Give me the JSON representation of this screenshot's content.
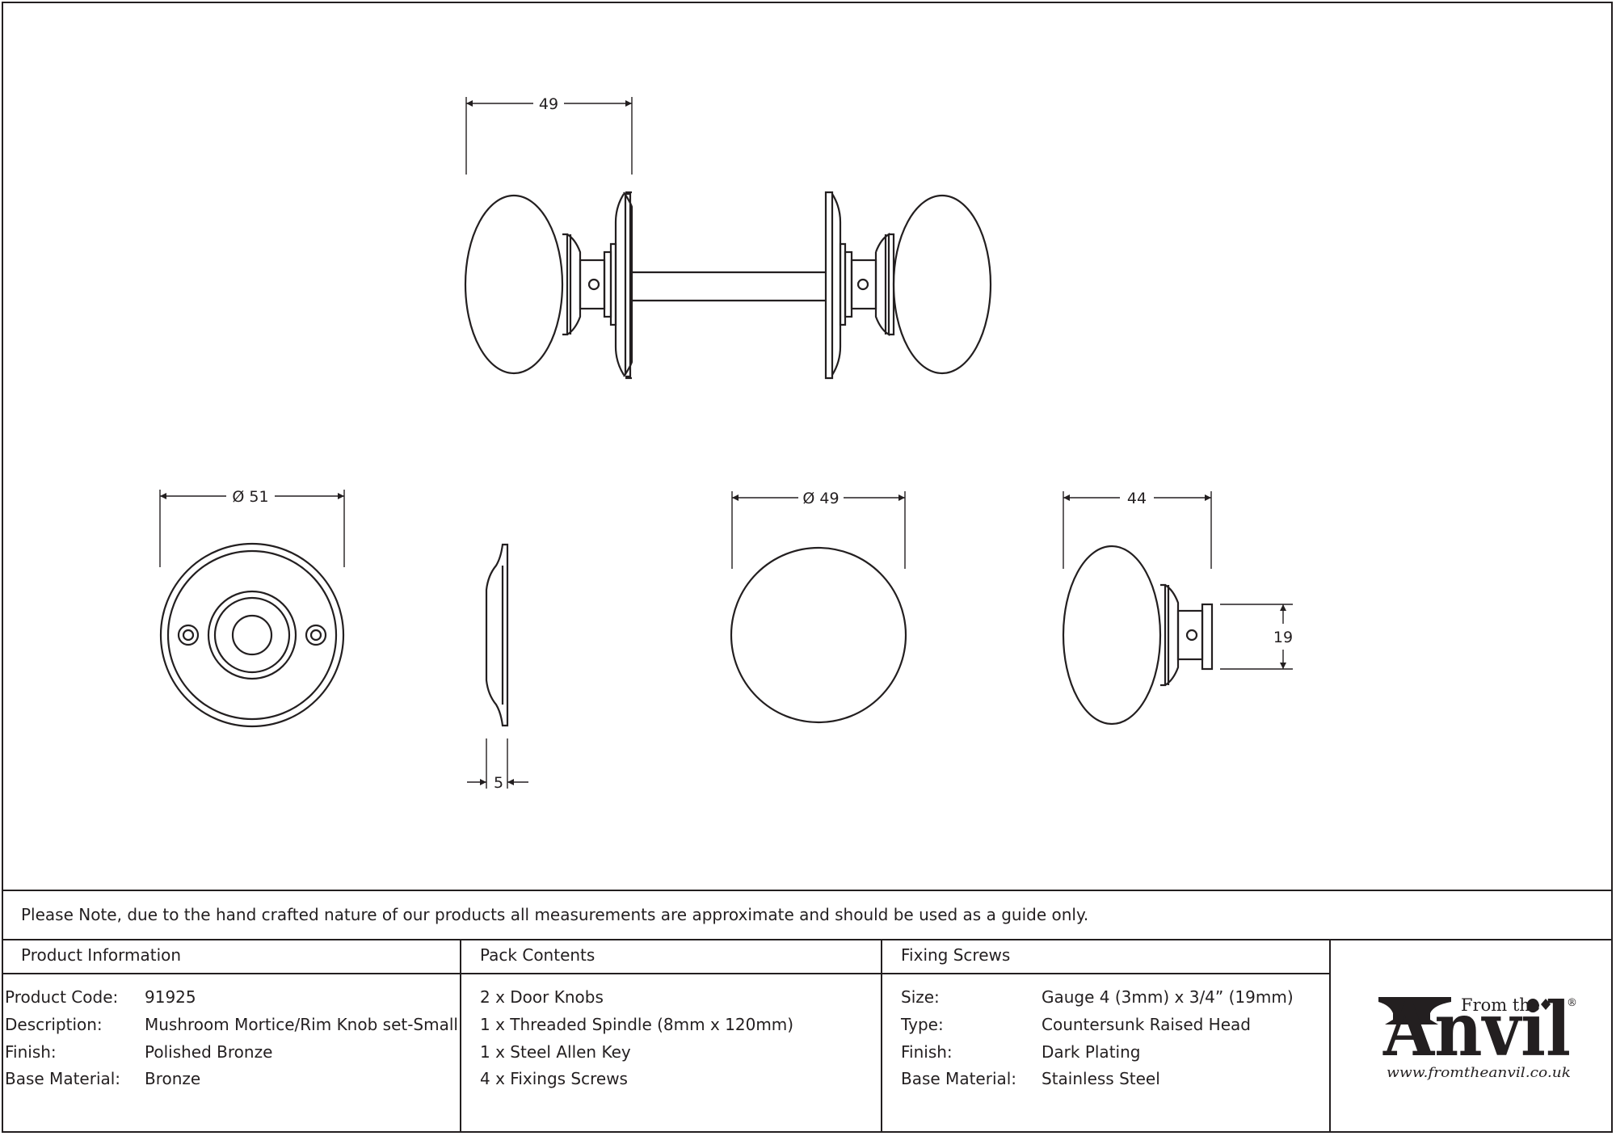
{
  "dimensions": {
    "assembly_width": "49",
    "rose_diameter": "Ø 51",
    "rose_depth": "5",
    "knob_diameter": "Ø 49",
    "knob_projection": "44",
    "neck_height": "19"
  },
  "note": "Please Note, due to the hand crafted nature of our products all measurements are approximate and should be used as a guide only.",
  "product_information": {
    "heading": "Product Information",
    "rows": [
      {
        "label": "Product Code:",
        "value": "91925"
      },
      {
        "label": "Description:",
        "value": "Mushroom Mortice/Rim Knob set-Small"
      },
      {
        "label": "Finish:",
        "value": "Polished Bronze"
      },
      {
        "label": "Base Material:",
        "value": "Bronze"
      }
    ]
  },
  "pack_contents": {
    "heading": "Pack Contents",
    "items": [
      "2 x Door Knobs",
      "1 x Threaded Spindle (8mm x 120mm)",
      "1 x Steel Allen Key",
      "4 x Fixings Screws"
    ]
  },
  "fixing_screws": {
    "heading": "Fixing Screws",
    "rows": [
      {
        "label": "Size:",
        "value": "Gauge 4 (3mm) x 3/4” (19mm)"
      },
      {
        "label": "Type:",
        "value": "Countersunk Raised Head"
      },
      {
        "label": "Finish:",
        "value": "Dark Plating"
      },
      {
        "label": "Base Material:",
        "value": "Stainless Steel"
      }
    ]
  },
  "logo": {
    "from_the": "From the",
    "brand": "Anvil",
    "registered": "®",
    "url": "www.fromtheanvil.co.uk"
  }
}
